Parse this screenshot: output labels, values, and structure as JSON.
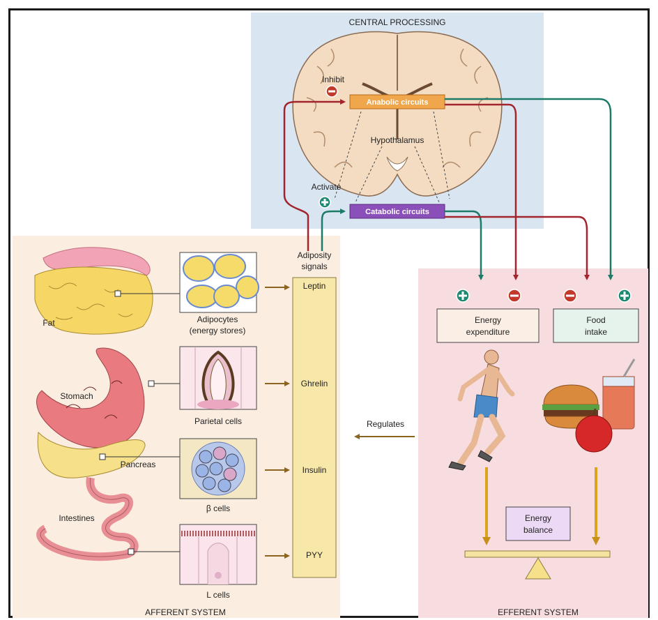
{
  "central": {
    "title": "CENTRAL PROCESSING",
    "inhibit": "Inhibit",
    "activate": "Activate",
    "anabolic": "Anabolic circuits",
    "catabolic": "Catabolic circuits",
    "hypothalamus": "Hypothalamus"
  },
  "afferent": {
    "title": "AFFERENT SYSTEM",
    "adiposity_line1": "Adiposity",
    "adiposity_line2": "signals",
    "signals": [
      "Leptin",
      "Ghrelin",
      "Insulin",
      "PYY"
    ],
    "organs": {
      "fat": "Fat",
      "stomach": "Stomach",
      "pancreas": "Pancreas",
      "intestines": "Intestines"
    },
    "cells": {
      "adipocytes_line1": "Adipocytes",
      "adipocytes_line2": "(energy stores)",
      "parietal": "Parietal cells",
      "beta": "β cells",
      "l_cells": "L cells"
    }
  },
  "efferent": {
    "title": "EFFERENT SYSTEM",
    "regulates": "Regulates",
    "expenditure_line1": "Energy",
    "expenditure_line2": "expenditure",
    "intake_line1": "Food",
    "intake_line2": "intake",
    "balance_line1": "Energy",
    "balance_line2": "balance"
  },
  "colors": {
    "red_arrow": "#a2242c",
    "green_arrow": "#1c7a66",
    "brown_arrow": "#8a6420",
    "gold_arrow": "#d9a520",
    "central_bg": "#d9e6f2",
    "afferent_bg": "#fbeee0",
    "efferent_bg": "#f8dde0",
    "anabolic_box": "#f0a64a",
    "catabolic_box": "#8a4fb8",
    "signal_column": "#f7e7a8"
  }
}
